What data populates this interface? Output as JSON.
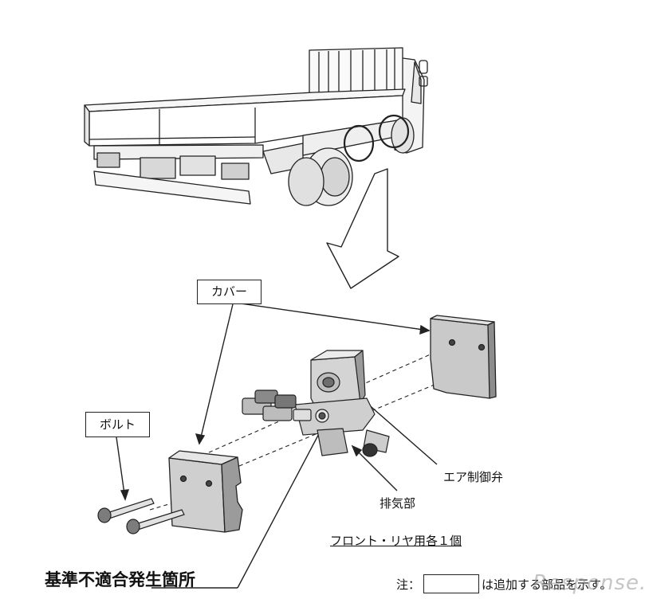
{
  "labels": {
    "cover": "カバー",
    "bolt": "ボルト",
    "valve": "エア制御弁",
    "exhaust": "排気部",
    "qty": "フロント・リヤ用各１個",
    "title": "基準不適合発生箇所",
    "note_prefix": "注：",
    "note_suffix": "は追加する部品を示す。"
  },
  "watermark": "Response.",
  "colors": {
    "line": "#222222",
    "part_fill": "#d9d9d9",
    "part_dark": "#6b6b6b"
  }
}
